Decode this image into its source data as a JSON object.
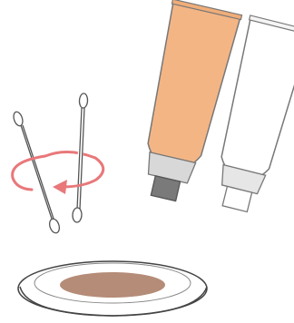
{
  "illustration": {
    "swabs": {
      "count": 2,
      "rotation_arrow_color": "#e8787a"
    },
    "tubes": [
      {
        "name": "orange-tube",
        "body_color": "#f4b585",
        "neck_color": "#d8d8d8",
        "nozzle_color": "#7a7a7a"
      },
      {
        "name": "white-tube",
        "body_color": "#ffffff",
        "neck_color": "#e6e6e6",
        "nozzle_color": "#ffffff"
      }
    ],
    "dish": {
      "plate_color": "#ffffff",
      "mixture_color": "#b58c78"
    }
  }
}
